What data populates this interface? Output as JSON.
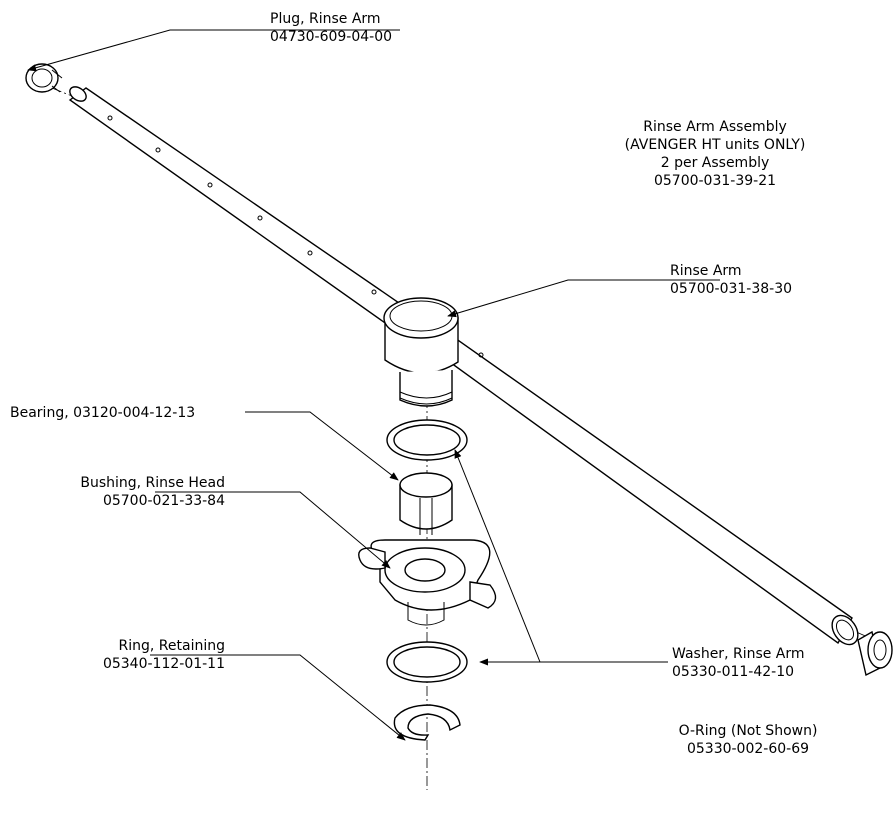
{
  "labels": {
    "plug": {
      "name": "Plug, Rinse Arm",
      "part": "04730-609-04-00"
    },
    "assembly": {
      "title": "Rinse Arm Assembly",
      "note": "(AVENGER HT units ONLY)",
      "qty": "2 per Assembly",
      "part": "05700-031-39-21"
    },
    "rinse_arm": {
      "name": "Rinse Arm",
      "part": "05700-031-38-30"
    },
    "bearing": {
      "text": "Bearing, 03120-004-12-13"
    },
    "bushing": {
      "name": "Bushing, Rinse Head",
      "part": "05700-021-33-84"
    },
    "ring": {
      "name": "Ring, Retaining",
      "part": "05340-112-01-11"
    },
    "washer": {
      "name": "Washer, Rinse Arm",
      "part": "05330-011-42-10"
    },
    "oring": {
      "name": "O-Ring (Not Shown)",
      "part": "05330-002-60-69"
    }
  }
}
